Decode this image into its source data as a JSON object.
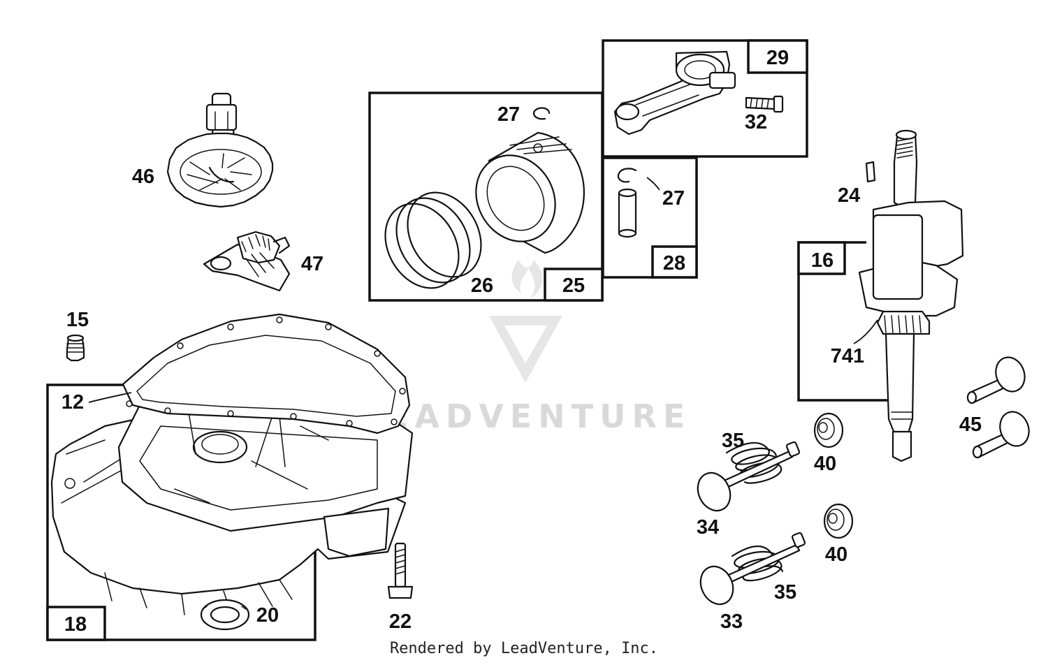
{
  "footer": "Rendered by LeadVenture, Inc.",
  "watermark": "LEADVENTURE",
  "callouts": {
    "c46": "46",
    "c47": "47",
    "c15": "15",
    "c12": "12",
    "c18": "18",
    "c20": "20",
    "c22": "22",
    "c27a": "27",
    "c26": "26",
    "c25": "25",
    "c29": "29",
    "c32": "32",
    "c27b": "27",
    "c28": "28",
    "c24": "24",
    "c16": "16",
    "c741": "741",
    "c45": "45",
    "c35a": "35",
    "c40a": "40",
    "c34": "34",
    "c40b": "40",
    "c35b": "35",
    "c33": "33"
  }
}
